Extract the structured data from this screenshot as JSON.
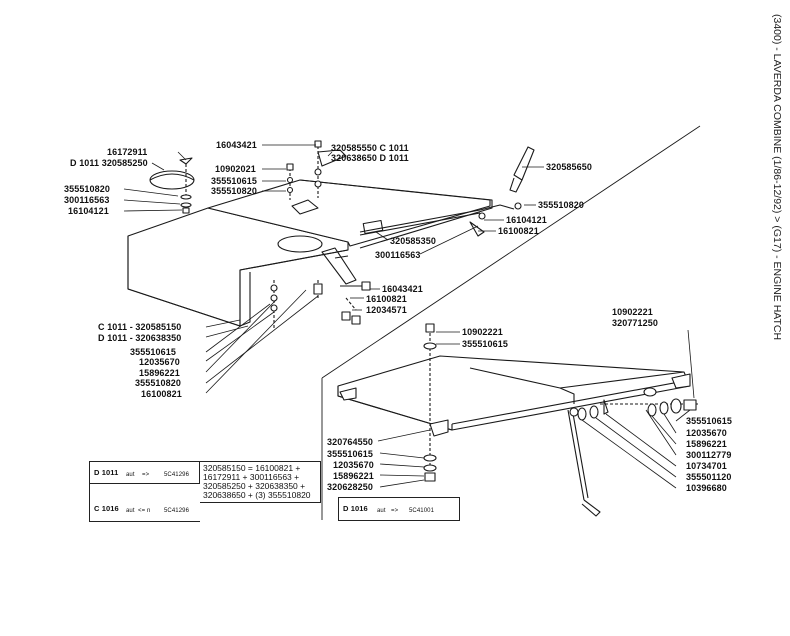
{
  "title": "(3400) - LAVERDA COMBINE (1/86-12/92) > (G17) - ENGINE HATCH",
  "labels": {
    "l_16172911": "16172911",
    "l_d1011_320585250": "D 1011 320585250",
    "l_355510820_a": "355510820",
    "l_300116563_a": "300116563",
    "l_16104121_a": "16104121",
    "l_16043421_a": "16043421",
    "l_10902021": "10902021",
    "l_355510615_a": "355510615",
    "l_355510820_b": "355510820",
    "l_320585550_c1011": "320585550 C 1011",
    "l_320638650_d1011": "320638650 D 1011",
    "l_320585650": "320585650",
    "l_355510820_c": "355510820",
    "l_16104121_b": "16104121",
    "l_16100821_a": "16100821",
    "l_320585350": "320585350",
    "l_300116563_b": "300116563",
    "l_16043421_b": "16043421",
    "l_16100821_b": "16100821",
    "l_12034571": "12034571",
    "l_c1011_320585150": "C 1011 - 320585150",
    "l_d1011_320638350": "D 1011 - 320638350",
    "l_355510615_b": "355510615",
    "l_12035670_a": "12035670",
    "l_15896221_a": "15896221",
    "l_355510820_d": "355510820",
    "l_16100821_c": "16100821",
    "l_10902221_a": "10902221",
    "l_320771250": "320771250",
    "l_10902221_b": "10902221",
    "l_355510615_c": "355510615",
    "l_320764550": "320764550",
    "l_355510615_d": "355510615",
    "l_12035670_b": "12035670",
    "l_15896221_b": "15896221",
    "l_320628250": "320628250",
    "l_355510615_e": "355510615",
    "l_12035670_c": "12035670",
    "l_15896221_c": "15896221",
    "l_300112779": "300112779",
    "l_10734701": "10734701",
    "l_355501120": "355501120",
    "l_10396680": "10396680"
  },
  "notes": {
    "d1011_head": "D 1011",
    "d1011_aut": "aut",
    "d1011_arrow": "=>",
    "d1011_serial": "5C41296",
    "c1016_head": "C 1016",
    "c1016_aut": "aut",
    "c1016_arrow": "<= n",
    "c1016_serial": "5C41296",
    "replacement_line1": "320585150 = 16100821 + ",
    "replacement_line2": "16172911 + 300116563 + ",
    "replacement_line3": "320585250 + 320638350 + ",
    "replacement_line4": "320638650 + (3) 355510820",
    "d1016_head": "D 1016",
    "d1016_aut": "aut",
    "d1016_arrow": "=>",
    "d1016_serial": "5C41001"
  }
}
